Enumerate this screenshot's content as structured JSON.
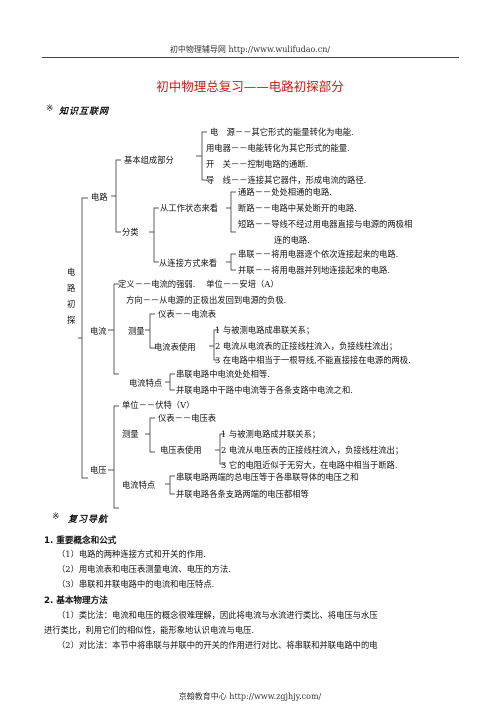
{
  "header": "初中物理辅导网 http://www.wulifudao.cn/",
  "footer": "京翰教育中心 http://www.zgjhjy.com/",
  "title": "初中物理总复习——电路初探部分",
  "section1": {
    "mark": "※",
    "label": "知识互联网"
  },
  "tree": {
    "root": [
      "电",
      "路",
      "初",
      "探"
    ],
    "circuit": {
      "label": "电路",
      "basic": {
        "label": "基本组成部分",
        "items": [
          "电　源－－其它形式的能量转化为电能.",
          "用电器－－电能转化为其它形式的能量.",
          "开　关－－控制电路的通断.",
          "导　线－－连接其它器件，形成电流的路径."
        ]
      },
      "classify": {
        "label": "分类",
        "state": {
          "label": "从工作状态来看",
          "items": [
            "通路－－处处相通的电路.",
            "断路－－电路中某处断开的电路.",
            "短路－－导线不经过用电器直接与电源的两极相",
            "连的电路."
          ]
        },
        "connection": {
          "label": "从连接方式来看",
          "items": [
            "串联－－将用电器逐个依次连接起来的电路.",
            "并联－－将用电器并列地连接起来的电路."
          ]
        }
      }
    },
    "current": {
      "label": "电流",
      "definition": "定义－－电流的强弱.　 单位－－安培（A）",
      "direction": "方向－－从电源的正极出发回到电源的负极.",
      "measure": {
        "label": "测量",
        "instrument": "仪表－－电流表",
        "usage": {
          "label": "电流表使用",
          "items": [
            "1 与被测电路成串联关系；",
            "2 电流从电流表的正接线柱流入，负接线柱流出；",
            "3 在电路中相当于一根导线,不能直接接在电源的两极."
          ]
        }
      },
      "features": {
        "label": "电流特点",
        "items": [
          "串联电路中电流处处相等.",
          "并联电路中干路中电流等于各条支路中电流之和."
        ]
      }
    },
    "voltage": {
      "label": "电压",
      "unit": "单位－－伏特（V）",
      "measure": {
        "label": "测量",
        "instrument": "仪表－－电压表",
        "usage": {
          "label": "电压表使用",
          "items": [
            "1 与被测电路成并联关系；",
            "2 电流从电压表的正接线柱流入，负接线柱流出；",
            "3 它的电阻近似于无穷大，在电路中相当于断路."
          ]
        }
      },
      "features": {
        "label": "电流特点",
        "items": [
          "串联电路两端的总电压等于各串联导体的电压之和",
          "并联电路各条支路两端的电压都相等"
        ]
      }
    }
  },
  "section2": {
    "mark": "※",
    "label": "复习导航"
  },
  "review": [
    {
      "heading": "1. 重要概念和公式",
      "lines": [
        "（1）电路的两种连接方式和开关的作用.",
        "（2）用电流表和电压表测量电流、电压的方法.",
        "（3）串联和并联电路中的电流和电压特点."
      ]
    },
    {
      "heading": "2. 基本物理方法",
      "lines": [
        "（1）类比法：电流和电压的概念很难理解，因此将电流与水流进行类比、将电压与水压",
        "进行类比，利用它们的相似性，能形象地认识电流与电压.",
        "（2）对比法：本节中将串联与并联中的开关的作用进行对比、将串联和并联电路中的电"
      ]
    }
  ]
}
